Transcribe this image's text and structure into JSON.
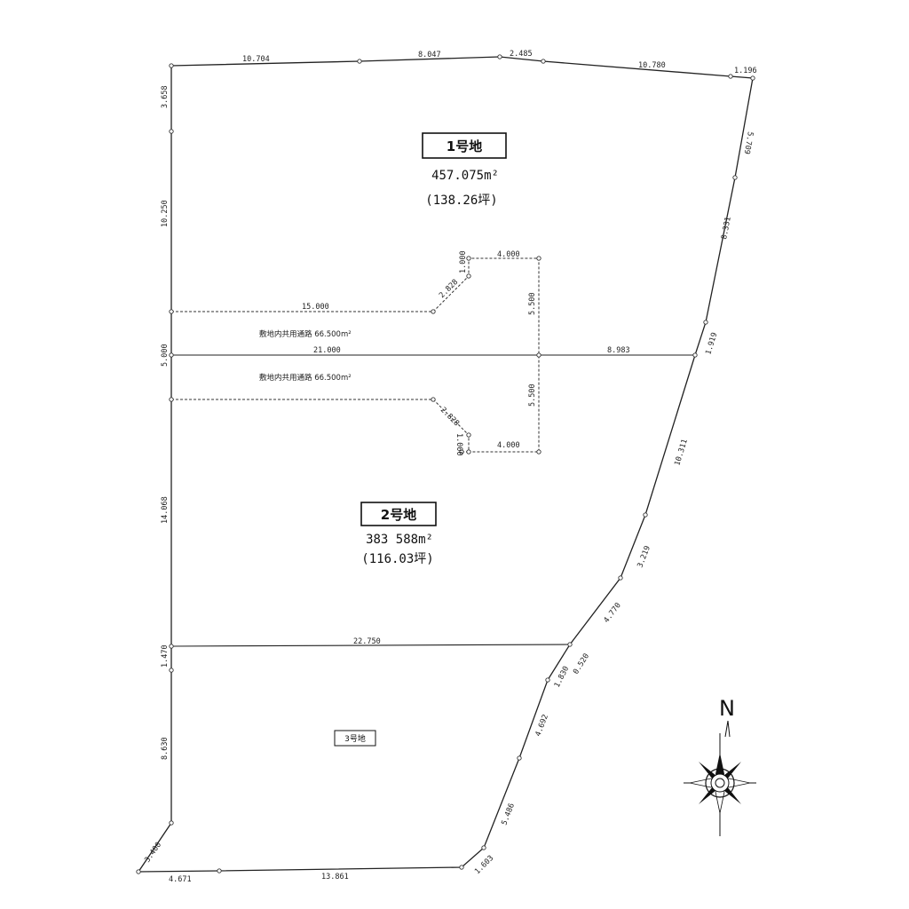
{
  "lots": [
    {
      "name": "1号地",
      "area": "457.075m²",
      "tsubo": "(138.26坪)"
    },
    {
      "name": "2号地",
      "area": "383 588m²",
      "tsubo": "(116.03坪)"
    },
    {
      "name": "3号地"
    }
  ],
  "shared_road_labels": [
    "敷地内共用通路 66.500m²",
    "敷地内共用通路 66.500m²"
  ],
  "dimensions": {
    "top": [
      "10.704",
      "8.047",
      "2.485",
      "10.780",
      "1.196"
    ],
    "right": [
      "5.709",
      "8.331",
      "1.919",
      "10.311",
      "3.219",
      "4.770",
      "0.520",
      "1.830",
      "4.692",
      "5.486",
      "1.603"
    ],
    "left": [
      "3.658",
      "10.250",
      "5.000",
      "14.068",
      "1.470",
      "8.630",
      "3.400"
    ],
    "bottom": [
      "4.671",
      "13.861"
    ],
    "interior": [
      "15.000",
      "2.828",
      "1.000",
      "4.000",
      "5.500",
      "21.000",
      "8.983",
      "5.500",
      "2.828",
      "1.000",
      "4.000",
      "22.750"
    ]
  },
  "compass": {
    "letter": "N"
  }
}
